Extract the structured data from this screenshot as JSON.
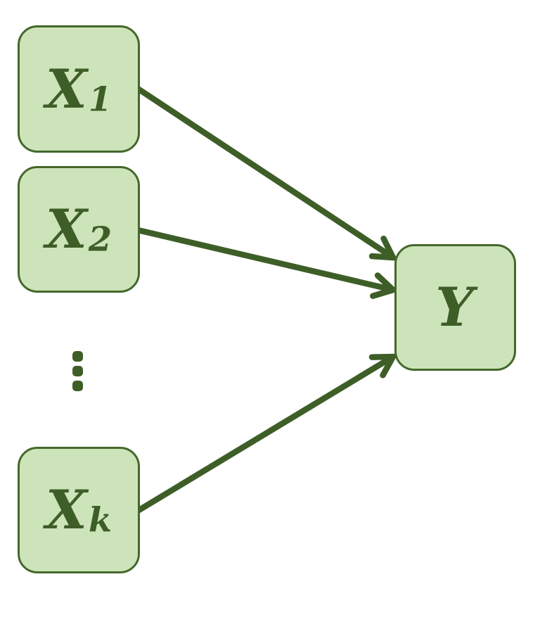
{
  "diagram": {
    "type": "graph",
    "description": "Multiple predictor variables X1, X2, ..., Xk with arrows pointing to a single outcome variable Y",
    "colors": {
      "background": "#ffffff",
      "node_fill": "#cde4bb",
      "node_border": "#44682b",
      "ink": "#3e5e27"
    },
    "nodes": [
      {
        "id": "X1",
        "base": "X",
        "sub": "1"
      },
      {
        "id": "X2",
        "base": "X",
        "sub": "2"
      },
      {
        "id": "Xk",
        "base": "X",
        "sub": "k"
      },
      {
        "id": "Y",
        "base": "Y",
        "sub": ""
      }
    ],
    "ellipsis": "⋮",
    "edges": [
      {
        "from": "X1",
        "to": "Y"
      },
      {
        "from": "X2",
        "to": "Y"
      },
      {
        "from": "Xk",
        "to": "Y"
      }
    ]
  }
}
